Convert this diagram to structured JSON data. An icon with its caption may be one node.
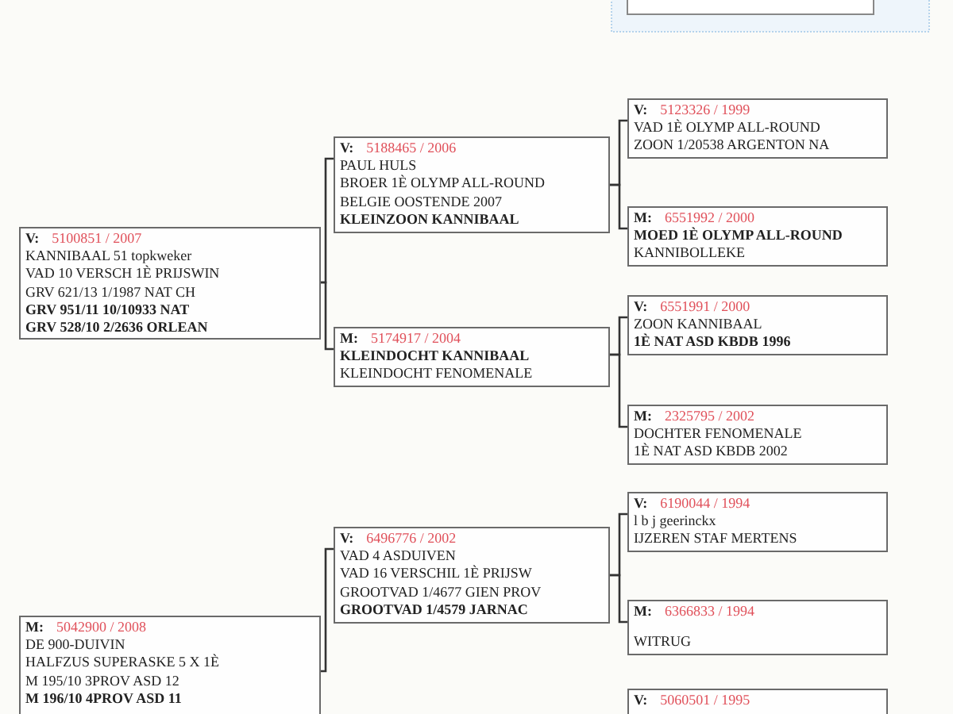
{
  "diagram": {
    "nodes": [
      {
        "text": [
          "V:",
          "5100851 / 2007",
          "KANNIBAAL 51 topkweker",
          "VAD 10 VERSCH 1È PRIJSWIN",
          "GRV 621/13  1/1987 NAT CH",
          "**GRV 951/11  10/10933 NAT**",
          "**GRV 528/10  2/2636 ORLEAN**"
        ]
      },
      {
        "text": [
          "V:",
          "5188465 / 2006",
          "PAUL HULS",
          "BROER 1È OLYMP ALL-ROUND",
          "BELGIE OOSTENDE 2007",
          "**KLEINZOON KANNIBAAL**"
        ]
      },
      {
        "text": [
          "V:",
          "5123326 / 1999",
          "VAD 1È OLYMP ALL-ROUND",
          "ZOON 1/20538 ARGENTON NA"
        ]
      },
      {
        "text": [
          "M:",
          "6551992 / 2000",
          "**MOED 1È OLYMP ALL-ROUND**",
          "KANNIBOLLEKE"
        ]
      },
      {
        "text": [
          "M:",
          "5174917 / 2004",
          "**KLEINDOCHT  KANNIBAAL**",
          "KLEINDOCHT  FENOMENALE"
        ]
      },
      {
        "text": [
          "V:",
          "6551991 / 2000",
          "ZOON KANNIBAAL",
          "**1È NAT ASD KBDB 1996**"
        ]
      },
      {
        "text": [
          "M:",
          "2325795 / 2002",
          "DOCHTER FENOMENALE",
          "1È NAT ASD KBDB 2002"
        ]
      },
      {
        "text": [
          "V:",
          "6496776 / 2002",
          "VAD 4 ASDUIVEN",
          "VAD 16 VERSCHIL 1È PRIJSW",
          "GROOTVAD 1/4677 GIEN PROV",
          "**GROOTVAD 1/4579 JARNAC**"
        ]
      },
      {
        "text": [
          "V:",
          "6190044 / 1994",
          "l b j geerinckx",
          "IJZEREN STAF MERTENS"
        ]
      },
      {
        "text": [
          "M:",
          "6366833 / 1994",
          "WITRUG"
        ]
      },
      {
        "text": [
          "M:",
          "5042900 / 2008",
          "DE 900-DUIVIN",
          "HALFZUS SUPERASKE 5 X 1È",
          "M 195/10   3PROV ASD 12",
          "**M 196/10   4PROV ASD 11**"
        ]
      },
      {
        "text": [
          "V:",
          "5060501 / 1995"
        ]
      }
    ],
    "edges": [
      {
        "from": 0,
        "to": 1,
        "arrow": "none"
      },
      {
        "from": 0,
        "to": 4,
        "arrow": "none"
      },
      {
        "from": 1,
        "to": 2,
        "arrow": "none"
      },
      {
        "from": 1,
        "to": 3,
        "arrow": "none"
      },
      {
        "from": 4,
        "to": 5,
        "arrow": "none"
      },
      {
        "from": 4,
        "to": 6,
        "arrow": "none"
      },
      {
        "from": 10,
        "to": 7,
        "arrow": "none"
      },
      {
        "from": 7,
        "to": 8,
        "arrow": "none"
      },
      {
        "from": 7,
        "to": 9,
        "arrow": "none"
      }
    ]
  }
}
